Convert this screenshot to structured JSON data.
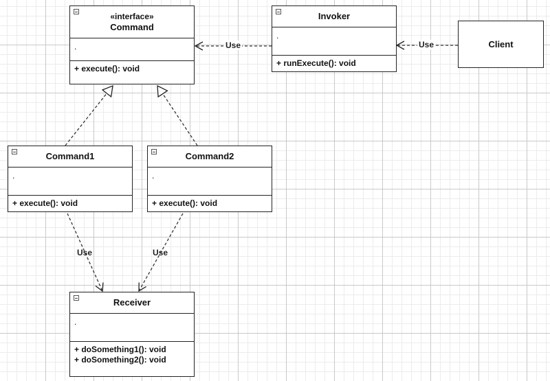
{
  "classes": {
    "command": {
      "stereotype": "«interface»",
      "name": "Command",
      "attributes": ".",
      "operations": [
        "+ execute(): void"
      ]
    },
    "invoker": {
      "name": "Invoker",
      "attributes": ".",
      "operations": [
        "+ runExecute(): void"
      ]
    },
    "client": {
      "name": "Client"
    },
    "command1": {
      "name": "Command1",
      "attributes": ".",
      "operations": [
        "+ execute(): void"
      ]
    },
    "command2": {
      "name": "Command2",
      "attributes": ".",
      "operations": [
        "+ execute(): void"
      ]
    },
    "receiver": {
      "name": "Receiver",
      "attributes": ".",
      "operations": [
        "+ doSomething1(): void",
        "+ doSomething2(): void"
      ]
    }
  },
  "edges": {
    "invoker_command": {
      "label": "Use",
      "type": "dependency"
    },
    "client_invoker": {
      "label": "Use",
      "type": "dependency"
    },
    "command1_command": {
      "label": "",
      "type": "realization"
    },
    "command2_command": {
      "label": "",
      "type": "realization"
    },
    "command1_receiver": {
      "label": "Use",
      "type": "dependency"
    },
    "command2_receiver": {
      "label": "Use",
      "type": "dependency"
    }
  }
}
